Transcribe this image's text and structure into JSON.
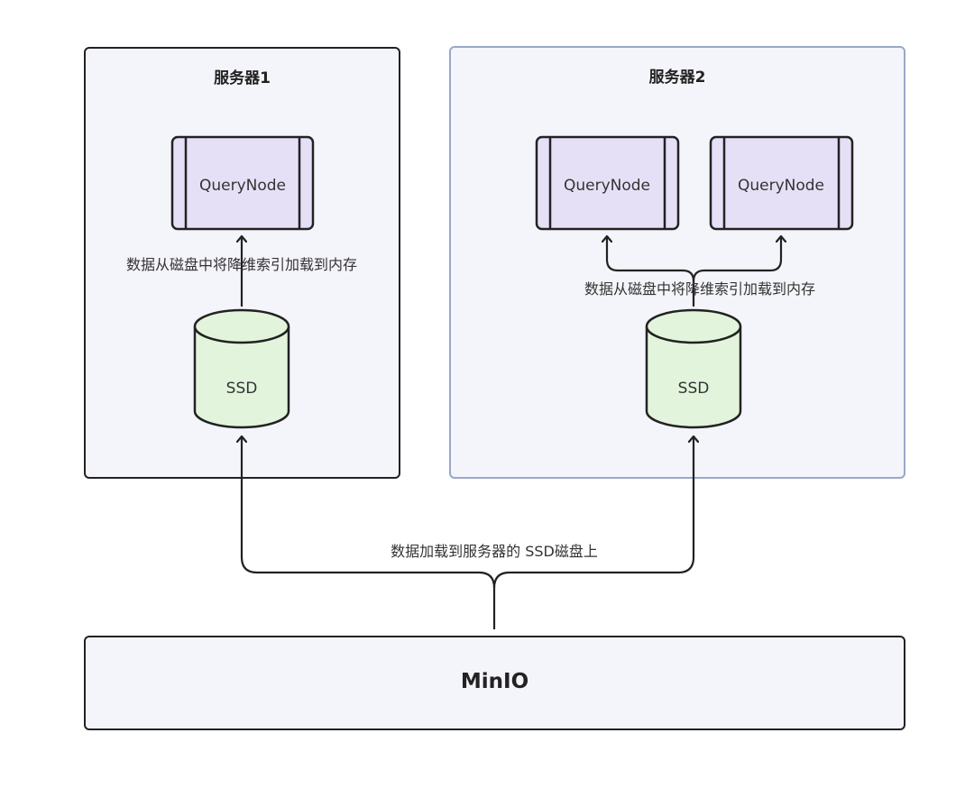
{
  "servers": [
    {
      "title": "服务器1"
    },
    {
      "title": "服务器2"
    }
  ],
  "nodes": {
    "querynode_label": "QueryNode",
    "ssd_label": "SSD"
  },
  "labels": {
    "load_to_memory": "数据从磁盘中将降维索引加载到内存",
    "load_to_ssd": "数据加载到服务器的 SSD磁盘上"
  },
  "storage": {
    "name": "MinIO"
  },
  "colors": {
    "server_fill": "#f4f4fb",
    "querynode_fill": "#e6e0f7",
    "ssd_fill": "#e2f5dc",
    "stroke": "#222222",
    "server2_border": "#9aa8c8"
  }
}
